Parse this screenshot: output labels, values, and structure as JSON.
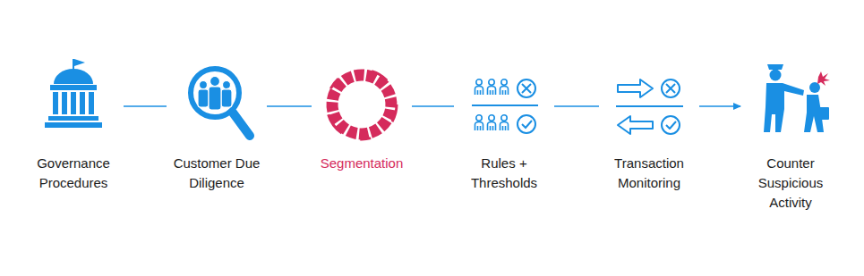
{
  "diagram": {
    "nodes": [
      {
        "text": [
          "Governance Procedures"
        ]
      },
      {
        "text": [
          "Customer Due Diligence"
        ]
      },
      {
        "text": [
          "Segmentation"
        ]
      },
      {
        "text": [
          "Rules + Thresholds"
        ]
      },
      {
        "text": [
          "Transaction Monitoring"
        ]
      },
      {
        "text": [
          "Counter Suspicious Activity"
        ]
      }
    ],
    "edges": [
      {
        "from": 0,
        "to": 1,
        "arrow": "none"
      },
      {
        "from": 1,
        "to": 2,
        "arrow": "none"
      },
      {
        "from": 2,
        "to": 3,
        "arrow": "none"
      },
      {
        "from": 3,
        "to": 4,
        "arrow": "none"
      },
      {
        "from": 4,
        "to": 5,
        "arrow": "to"
      }
    ]
  }
}
